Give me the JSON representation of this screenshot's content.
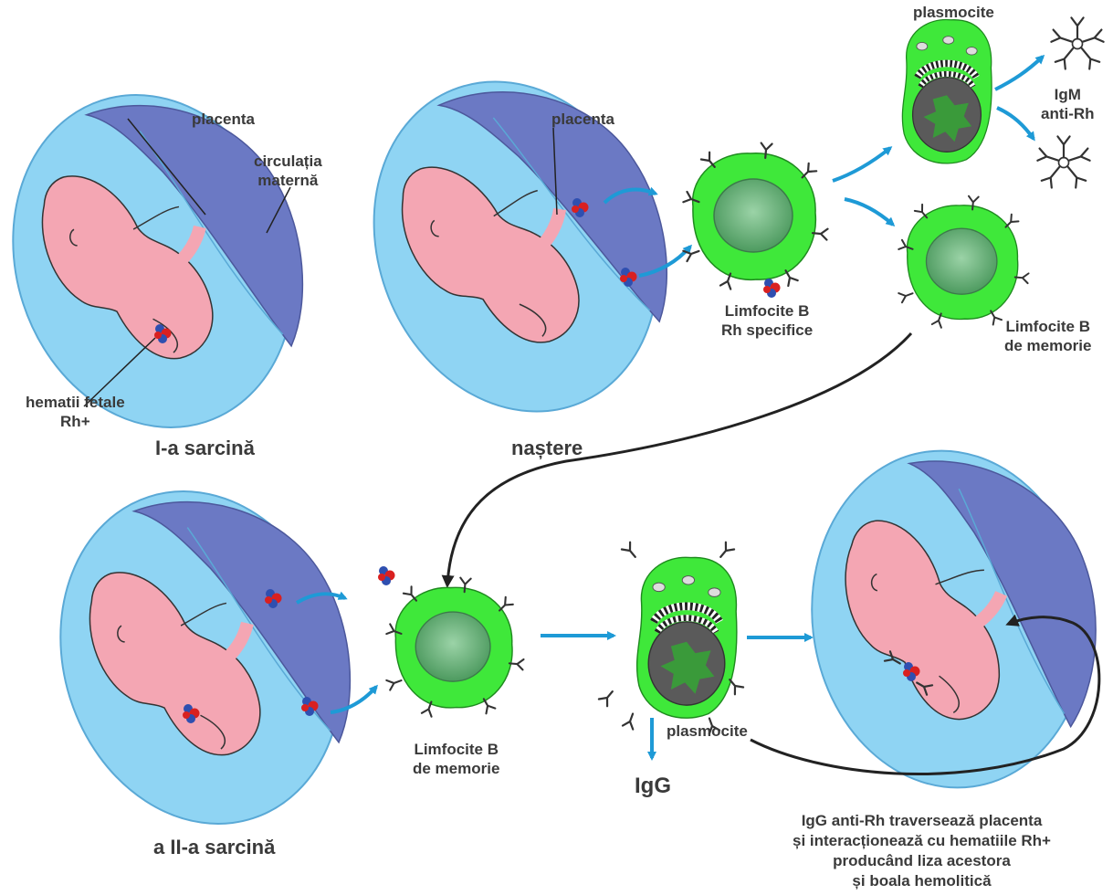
{
  "labels": {
    "placenta_1": "placenta",
    "circulatia_materna": "circulația\nmaternă",
    "hematii_fetale": "hematii fetale\nRh+",
    "first_pregnancy": "I-a sarcină",
    "placenta_2": "placenta",
    "nastere": "naștere",
    "limfocite_b_specifice": "Limfocite B\nRh specifice",
    "plasmocite_top": "plasmocite",
    "igm_anti_rh": "IgM\nanti-Rh",
    "limfocite_b_memorie_top": "Limfocite B\nde memorie",
    "second_pregnancy": "a II-a sarcină",
    "limfocite_b_memorie_bottom": "Limfocite B\nde memorie",
    "plasmocite_bottom": "plasmocite",
    "igg": "IgG",
    "igg_caption": "IgG anti-Rh traversează placenta\nși interacționează cu hematiile Rh+\nproducând liza acestora\nși boala hemolitică"
  },
  "colors": {
    "amniotic": "#8fd4f3",
    "amniotic_edge": "#5aa9d6",
    "placenta_maternal": "#6b79c4",
    "fetus": "#f4a6b3",
    "lymphocyte": "#3fe83a",
    "nucleus": "#5fa372",
    "plasma_nucleus": "#555555",
    "arrow_blue": "#1e9ad6",
    "arrow_black": "#222222",
    "rbc_blue": "#2f4fb0",
    "rbc_red": "#d92020"
  }
}
